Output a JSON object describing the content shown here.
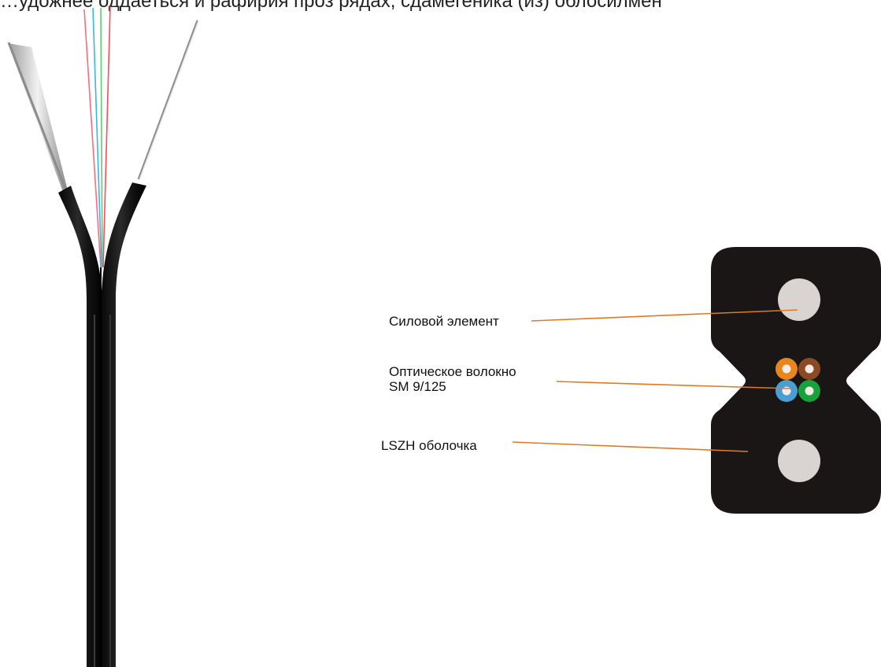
{
  "header": {
    "caption": "…удожнее оддаеться и рафирия проз рядах, сдамегеника (из) облосилмен"
  },
  "diagram": {
    "labels": {
      "strength_member": "Силовой элемент",
      "optical_fiber_line1": "Оптическое волокно",
      "optical_fiber_line2": "SM 9/125",
      "sheath": "LSZH оболочка"
    }
  },
  "colors": {
    "jacket": "#1a1616",
    "strength_rod": "#d9d4d2",
    "leader_line": "#e07a1f",
    "fiber_orange": "#e8861c",
    "fiber_brown": "#8b4a22",
    "fiber_blue": "#4a9ed6",
    "fiber_green": "#17a23c"
  }
}
